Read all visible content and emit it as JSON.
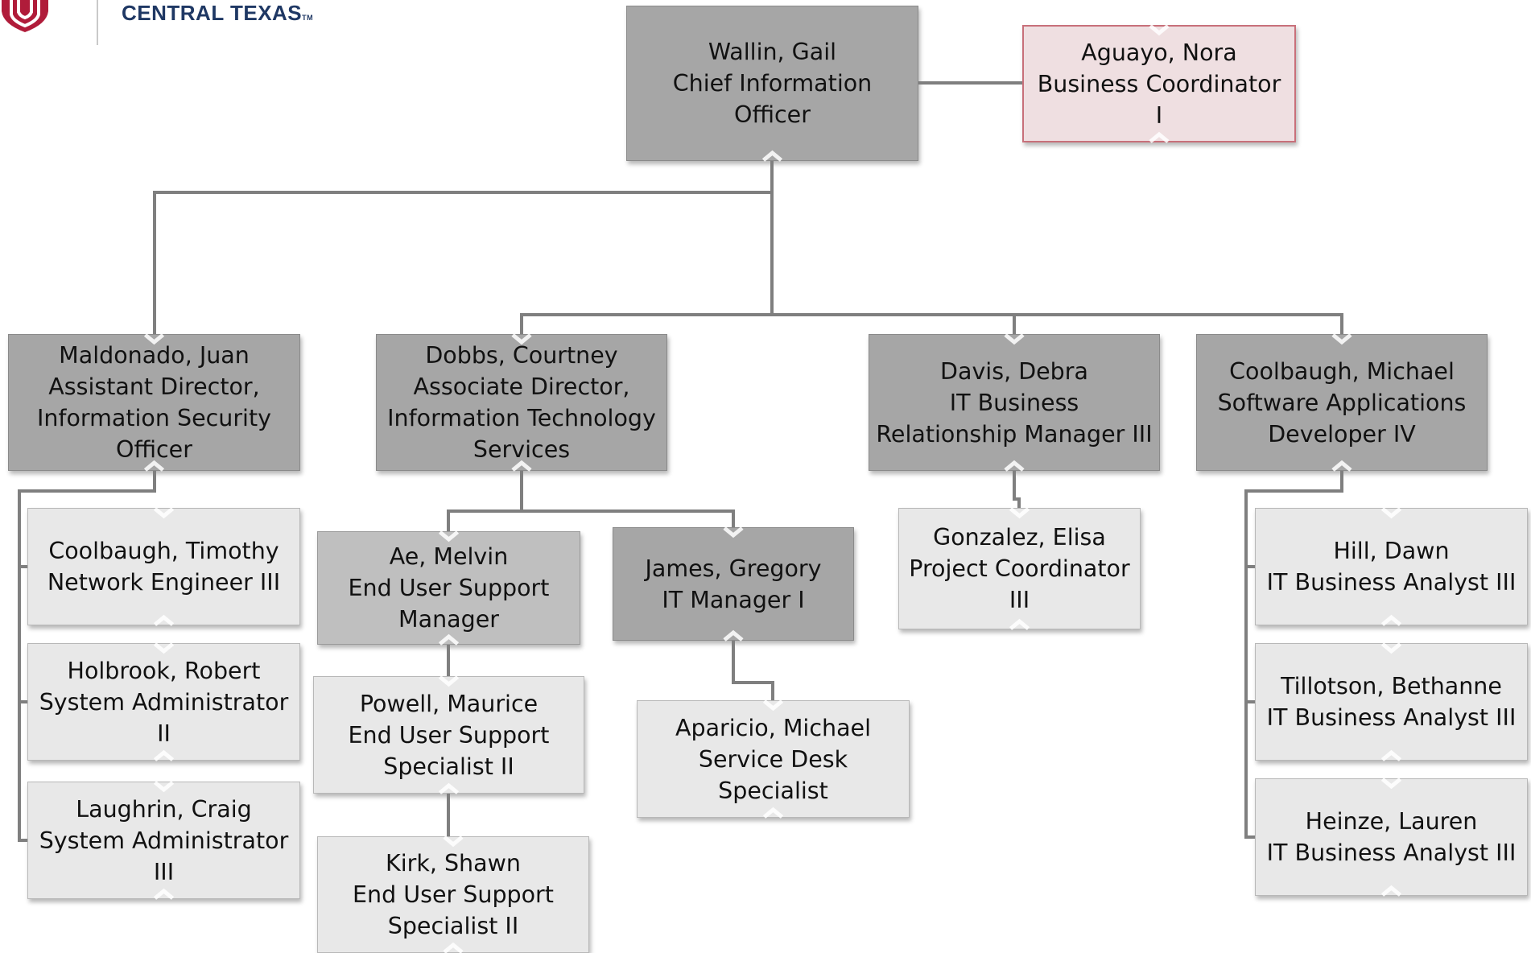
{
  "logo": {
    "text": "CENTRAL TEXAS",
    "tm": "TM",
    "color": "#1f3864",
    "shield_color": "#b01c3a"
  },
  "colors": {
    "connector": "#7f7f7f",
    "dark": "#a6a6a6",
    "mid": "#bfbfbf",
    "light": "#e8e8e8",
    "highlight": "#efdfe1",
    "highlight_border": "#c8707a"
  },
  "nodes": [
    {
      "id": "wallin",
      "name": "Wallin, Gail",
      "title": "Chief Information Officer",
      "style": "dark"
    },
    {
      "id": "aguayo",
      "name": "Aguayo, Nora",
      "title": "Business Coordinator I",
      "style": "pink"
    },
    {
      "id": "maldonado",
      "name": "Maldonado, Juan",
      "title": "Assistant Director, Information Security Officer",
      "style": "dark"
    },
    {
      "id": "dobbs",
      "name": "Dobbs, Courtney",
      "title": "Associate Director, Information Technology Services",
      "style": "dark"
    },
    {
      "id": "davis",
      "name": "Davis, Debra",
      "title": "IT Business Relationship Manager III",
      "style": "dark"
    },
    {
      "id": "coolbaugh-michael",
      "name": "Coolbaugh, Michael",
      "title": "Software Applications Developer IV",
      "style": "dark"
    },
    {
      "id": "coolbaugh-timothy",
      "name": "Coolbaugh, Timothy",
      "title": "Network Engineer III",
      "style": "light"
    },
    {
      "id": "holbrook",
      "name": "Holbrook, Robert",
      "title": "System Administrator II",
      "style": "light"
    },
    {
      "id": "laughrin",
      "name": "Laughrin, Craig",
      "title": "System Administrator III",
      "style": "light"
    },
    {
      "id": "ae",
      "name": "Ae, Melvin",
      "title": "End User Support Manager",
      "style": "mid"
    },
    {
      "id": "james",
      "name": "James, Gregory",
      "title": "IT Manager I",
      "style": "dark"
    },
    {
      "id": "powell",
      "name": "Powell, Maurice",
      "title": "End User Support Specialist II",
      "style": "light"
    },
    {
      "id": "kirk",
      "name": "Kirk, Shawn",
      "title": "End User Support Specialist II",
      "style": "light"
    },
    {
      "id": "aparicio",
      "name": "Aparicio, Michael",
      "title": "Service Desk Specialist",
      "style": "light"
    },
    {
      "id": "gonzalez",
      "name": "Gonzalez, Elisa",
      "title": "Project Coordinator III",
      "style": "light"
    },
    {
      "id": "hill",
      "name": "Hill, Dawn",
      "title": "IT Business Analyst III",
      "style": "light"
    },
    {
      "id": "tillotson",
      "name": "Tillotson, Bethanne",
      "title": "IT Business Analyst III",
      "style": "light"
    },
    {
      "id": "heinze",
      "name": "Heinze, Lauren",
      "title": "IT Business Analyst III",
      "style": "light"
    }
  ],
  "edges": [
    {
      "from": "wallin",
      "to": "aguayo",
      "kind": "assistant"
    },
    {
      "from": "wallin",
      "to": "maldonado",
      "kind": "report"
    },
    {
      "from": "wallin",
      "to": "dobbs",
      "kind": "report"
    },
    {
      "from": "wallin",
      "to": "davis",
      "kind": "report"
    },
    {
      "from": "wallin",
      "to": "coolbaugh-michael",
      "kind": "report"
    },
    {
      "from": "maldonado",
      "to": "coolbaugh-timothy",
      "kind": "report"
    },
    {
      "from": "maldonado",
      "to": "holbrook",
      "kind": "report"
    },
    {
      "from": "maldonado",
      "to": "laughrin",
      "kind": "report"
    },
    {
      "from": "dobbs",
      "to": "ae",
      "kind": "report"
    },
    {
      "from": "dobbs",
      "to": "james",
      "kind": "report"
    },
    {
      "from": "ae",
      "to": "powell",
      "kind": "report"
    },
    {
      "from": "powell",
      "to": "kirk",
      "kind": "report"
    },
    {
      "from": "james",
      "to": "aparicio",
      "kind": "report"
    },
    {
      "from": "davis",
      "to": "gonzalez",
      "kind": "report"
    },
    {
      "from": "coolbaugh-michael",
      "to": "hill",
      "kind": "report"
    },
    {
      "from": "coolbaugh-michael",
      "to": "tillotson",
      "kind": "report"
    },
    {
      "from": "coolbaugh-michael",
      "to": "heinze",
      "kind": "report"
    }
  ]
}
